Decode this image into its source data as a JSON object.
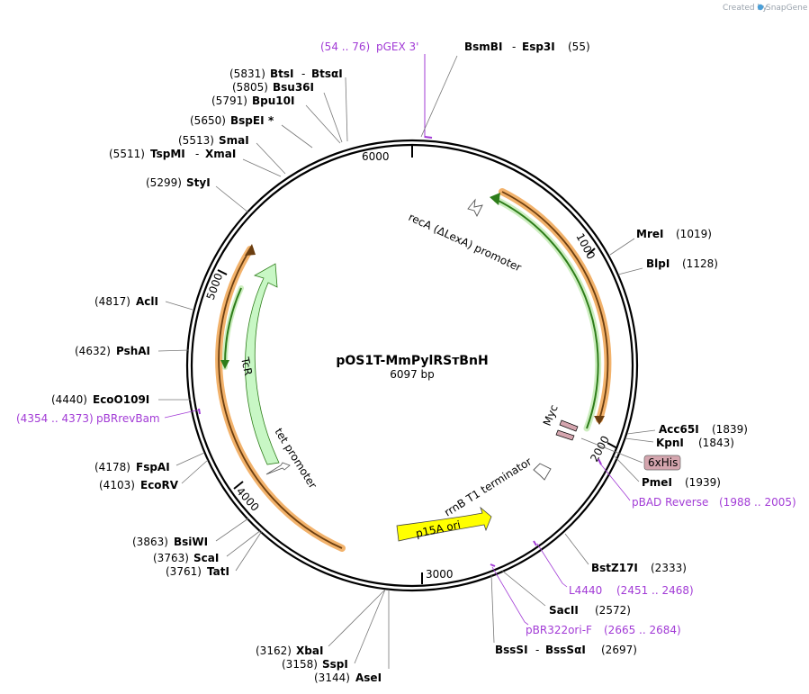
{
  "credit": {
    "prefix": "Created by",
    "brand": "SnapGene"
  },
  "plasmid": {
    "name": "pOS1T-MmPylRSтBnH",
    "size_label": "6097 bp",
    "length": 6097
  },
  "ticks": [
    {
      "pos": 1000,
      "label": "1000"
    },
    {
      "pos": 2000,
      "label": "2000"
    },
    {
      "pos": 3000,
      "label": "3000"
    },
    {
      "pos": 4000,
      "label": "4000"
    },
    {
      "pos": 5000,
      "label": "5000"
    },
    {
      "pos": 6000,
      "label": "6000"
    }
  ],
  "features": [
    {
      "id": "recA",
      "label": "recA (ΔLexA) promoter"
    },
    {
      "id": "tcr",
      "label": "TcR"
    },
    {
      "id": "tet",
      "label": "tet promoter"
    },
    {
      "id": "rrnb",
      "label": "rrnB T1 terminator"
    },
    {
      "id": "p15a",
      "label": "p15A ori"
    },
    {
      "id": "myc",
      "label": "Myc"
    },
    {
      "id": "his",
      "label": "6xHis"
    }
  ],
  "sites": [
    {
      "id": "bsmbi",
      "name": "BsmBI",
      "sep": "-",
      "name2": "Esp3I",
      "pos": "(55)"
    },
    {
      "id": "btsi",
      "name": "BtsI",
      "sep": "-",
      "name2": "BtsαI",
      "pos": "(5831)"
    },
    {
      "id": "bsu36i",
      "name": "Bsu36I",
      "pos": "(5805)"
    },
    {
      "id": "bpu10i",
      "name": "Bpu10I",
      "pos": "(5791)"
    },
    {
      "id": "bspei",
      "name": "BspEI",
      "star": "*",
      "pos": "(5650)"
    },
    {
      "id": "smai",
      "name": "SmaI",
      "pos": "(5513)"
    },
    {
      "id": "tspmi",
      "name": "TspMI",
      "sep": "-",
      "name2": "XmaI",
      "pos": "(5511)"
    },
    {
      "id": "styi",
      "name": "StyI",
      "pos": "(5299)"
    },
    {
      "id": "acli",
      "name": "AclI",
      "pos": "(4817)"
    },
    {
      "id": "pshai",
      "name": "PshAI",
      "pos": "(4632)"
    },
    {
      "id": "eco0109i",
      "name": "EcoO109I",
      "pos": "(4440)"
    },
    {
      "id": "fspai",
      "name": "FspAI",
      "pos": "(4178)"
    },
    {
      "id": "ecorv",
      "name": "EcoRV",
      "pos": "(4103)"
    },
    {
      "id": "bsiwi",
      "name": "BsiWI",
      "pos": "(3863)"
    },
    {
      "id": "scai",
      "name": "ScaI",
      "pos": "(3763)"
    },
    {
      "id": "tati",
      "name": "TatI",
      "pos": "(3761)"
    },
    {
      "id": "xbai",
      "name": "XbaI",
      "pos": "(3162)"
    },
    {
      "id": "sspi",
      "name": "SspI",
      "pos": "(3158)"
    },
    {
      "id": "asei",
      "name": "AseI",
      "pos": "(3144)"
    },
    {
      "id": "mrei",
      "name": "MreI",
      "pos": "(1019)"
    },
    {
      "id": "blpi",
      "name": "BlpI",
      "pos": "(1128)"
    },
    {
      "id": "acc65i",
      "name": "Acc65I",
      "pos": "(1839)"
    },
    {
      "id": "kpni",
      "name": "KpnI",
      "pos": "(1843)"
    },
    {
      "id": "pmei",
      "name": "PmeI",
      "pos": "(1939)"
    },
    {
      "id": "bstz17i",
      "name": "BstZ17I",
      "pos": "(2333)"
    },
    {
      "id": "sacii",
      "name": "SacII",
      "pos": "(2572)"
    },
    {
      "id": "bsssi",
      "name": "BssSI",
      "sep": "-",
      "name2": "BssSαI",
      "pos": "(2697)"
    }
  ],
  "primers": [
    {
      "id": "pgex3",
      "range": "(54 .. 76)",
      "name": "pGEX 3'"
    },
    {
      "id": "pbrrevbam",
      "range": "(4354 .. 4373)",
      "name": "pBRrevBam"
    },
    {
      "id": "pbadrev",
      "name": "pBAD Reverse",
      "range": "(1988 .. 2005)"
    },
    {
      "id": "l4440",
      "name": "L4440",
      "range": "(2451 .. 2468)"
    },
    {
      "id": "pbr322orif",
      "name": "pBR322ori-F",
      "range": "(2665 .. 2684)"
    }
  ],
  "colors": {
    "backbone": "#000000",
    "orf_outline": "#f2b26b",
    "orf_line": "#6b3e10",
    "green_arrow": "#2e7d1a",
    "green_glow": "#cdeec0",
    "promoter_fill": "#c8f7c5",
    "ori_fill": "#ffff00",
    "tag_fill": "#d4a5ae",
    "primer": "#a23bd6",
    "brand": "#4a9fd8"
  }
}
